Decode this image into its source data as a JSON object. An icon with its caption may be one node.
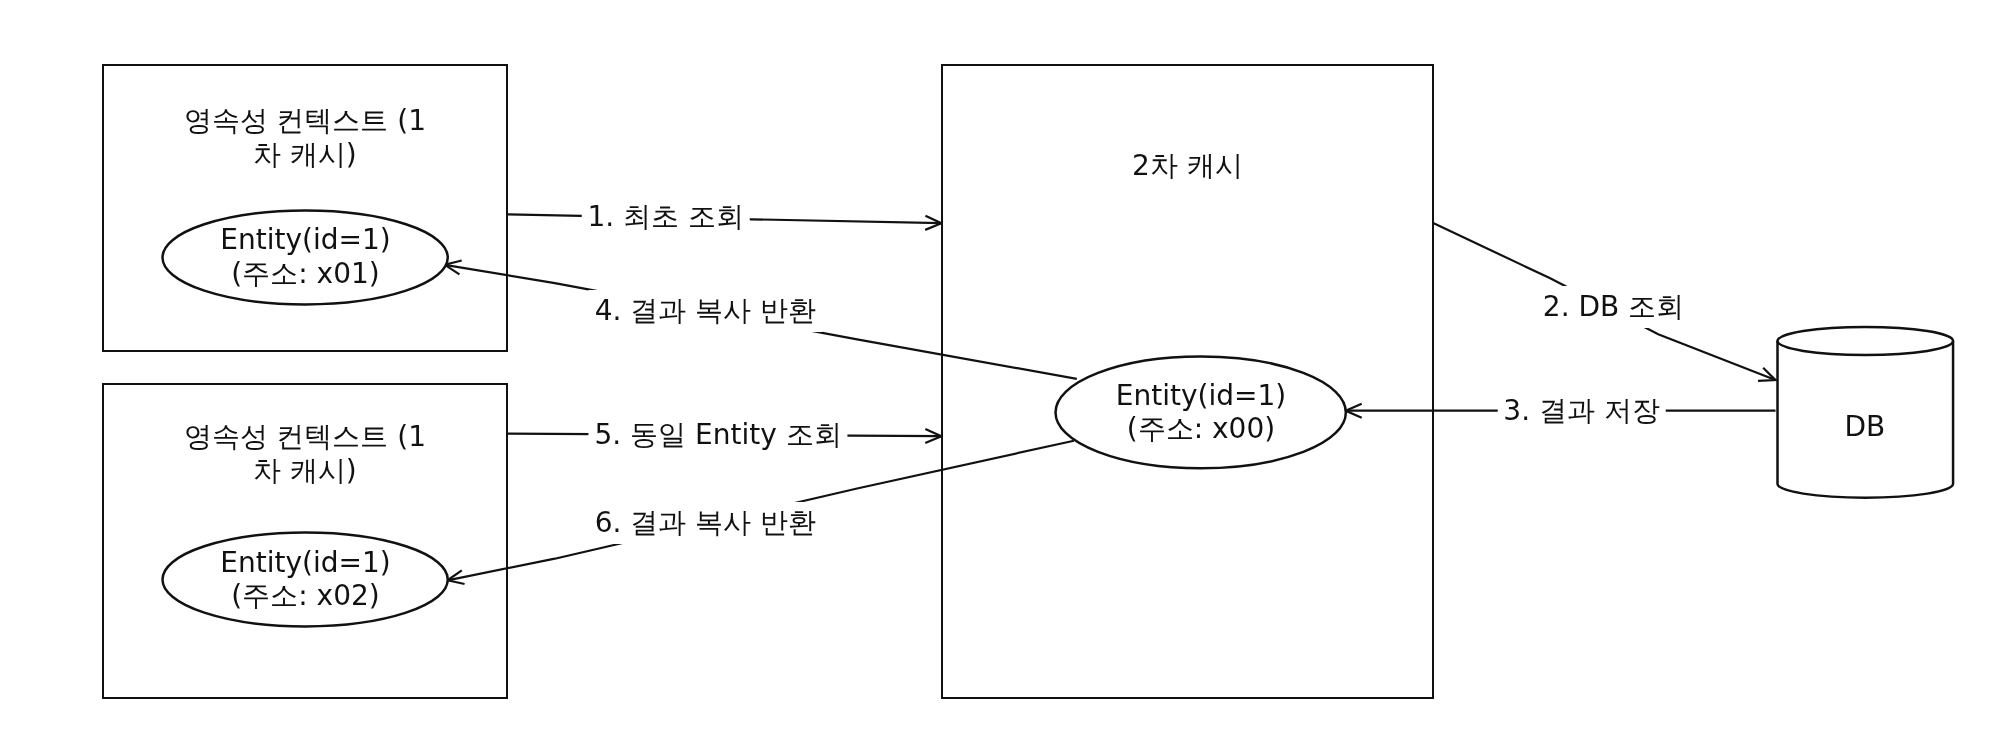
{
  "diagram": {
    "nodes": [
      {
        "text": [
          "영속성 컨텍스트 (1차 캐시)"
        ]
      },
      {
        "text": [
          "Entity(id=1) (주소: x01)"
        ],
        "in": 0
      },
      {
        "text": [
          "영속성 컨텍스트 (1차 캐시)"
        ]
      },
      {
        "text": [
          "Entity(id=1) (주소: x02)"
        ],
        "in": 2
      },
      {
        "text": [
          "2차 캐시"
        ]
      },
      {
        "text": [
          "Entity(id=1) (주소: x00)"
        ],
        "in": 4
      },
      {
        "text": [
          "DB"
        ]
      }
    ],
    "edges": [
      {
        "from": 0,
        "to": 4,
        "arrow": "to",
        "label": "1. 최초 조회"
      },
      {
        "from": 4,
        "to": 6,
        "arrow": "to",
        "label": "2. DB 조회"
      },
      {
        "from": 6,
        "to": 5,
        "arrow": "to",
        "label": "3. 결과 저장"
      },
      {
        "from": 5,
        "to": 1,
        "arrow": "to",
        "label": "4. 결과 복사 반환"
      },
      {
        "from": 2,
        "to": 4,
        "arrow": "to",
        "label": "5. 동일 Entity 조회"
      },
      {
        "from": 5,
        "to": 3,
        "arrow": "to",
        "label": "6. 결과 복사 반환"
      }
    ]
  }
}
